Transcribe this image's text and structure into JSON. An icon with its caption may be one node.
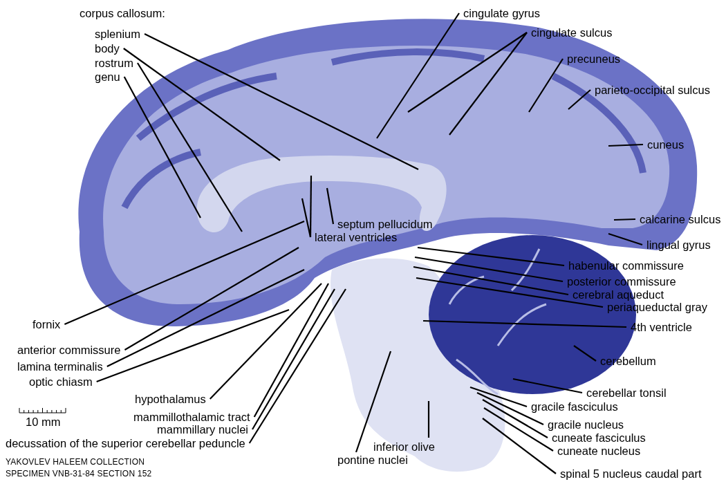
{
  "diagram": {
    "nodes": [
      {
        "text": [
          "splenium"
        ]
      },
      {
        "text": [
          "body"
        ]
      },
      {
        "text": [
          "rostrum"
        ]
      },
      {
        "text": [
          "genu"
        ]
      },
      {
        "text": [
          "cingulate gyrus"
        ]
      },
      {
        "text": [
          "cingulate sulcus"
        ]
      },
      {
        "text": [
          "precuneus"
        ]
      },
      {
        "text": [
          "parieto-occipital sulcus"
        ]
      },
      {
        "text": [
          "cuneus"
        ]
      },
      {
        "text": [
          "septum pellucidum"
        ]
      },
      {
        "text": [
          "lateral ventricles"
        ]
      },
      {
        "text": [
          "calcarine sulcus"
        ]
      },
      {
        "text": [
          "lingual gyrus"
        ]
      },
      {
        "text": [
          "habenular commissure"
        ]
      },
      {
        "text": [
          "posterior commissure"
        ]
      },
      {
        "text": [
          "cerebral aqueduct"
        ]
      },
      {
        "text": [
          "periaqueductal gray"
        ]
      },
      {
        "text": [
          "fornix"
        ]
      },
      {
        "text": [
          "4th ventricle"
        ]
      },
      {
        "text": [
          "anterior commissure"
        ]
      },
      {
        "text": [
          "cerebellum"
        ]
      },
      {
        "text": [
          "lamina terminalis"
        ]
      },
      {
        "text": [
          "optic chiasm"
        ]
      },
      {
        "text": [
          "cerebellar tonsil"
        ]
      },
      {
        "text": [
          "hypothalamus"
        ]
      },
      {
        "text": [
          "gracile fasciculus"
        ]
      },
      {
        "text": [
          "mammillothalamic tract"
        ]
      },
      {
        "text": [
          "gracile nucleus"
        ]
      },
      {
        "text": [
          "mammillary nuclei"
        ]
      },
      {
        "text": [
          "cuneate fasciculus"
        ]
      },
      {
        "text": [
          "decussation of the superior cerebellar peduncle"
        ]
      },
      {
        "text": [
          "cuneate nucleus"
        ]
      },
      {
        "text": [
          "inferior olive"
        ]
      },
      {
        "text": [
          "pontine nuclei"
        ]
      },
      {
        "text": [
          "spinal 5 nucleus caudal part"
        ]
      }
    ],
    "edges": [
      {
        "from": 0,
        "to": null,
        "arrow": "none"
      },
      {
        "from": 1,
        "to": null,
        "arrow": "none"
      },
      {
        "from": 2,
        "to": null,
        "arrow": "none"
      },
      {
        "from": 3,
        "to": null,
        "arrow": "none"
      },
      {
        "from": 4,
        "to": null,
        "arrow": "none"
      },
      {
        "from": 5,
        "to": null,
        "arrow": "none"
      },
      {
        "from": 5,
        "to": null,
        "arrow": "none"
      },
      {
        "from": 6,
        "to": null,
        "arrow": "none"
      },
      {
        "from": 7,
        "to": null,
        "arrow": "none"
      },
      {
        "from": 8,
        "to": null,
        "arrow": "none"
      },
      {
        "from": 9,
        "to": null,
        "arrow": "none"
      },
      {
        "from": 10,
        "to": null,
        "arrow": "none"
      },
      {
        "from": 10,
        "to": null,
        "arrow": "none"
      },
      {
        "from": 11,
        "to": null,
        "arrow": "none"
      },
      {
        "from": 12,
        "to": null,
        "arrow": "none"
      },
      {
        "from": 13,
        "to": null,
        "arrow": "none"
      },
      {
        "from": 14,
        "to": null,
        "arrow": "none"
      },
      {
        "from": 15,
        "to": null,
        "arrow": "none"
      },
      {
        "from": 16,
        "to": null,
        "arrow": "none"
      },
      {
        "from": 17,
        "to": null,
        "arrow": "none"
      },
      {
        "from": 18,
        "to": null,
        "arrow": "none"
      },
      {
        "from": 19,
        "to": null,
        "arrow": "none"
      },
      {
        "from": 20,
        "to": null,
        "arrow": "none"
      },
      {
        "from": 21,
        "to": null,
        "arrow": "none"
      },
      {
        "from": 22,
        "to": null,
        "arrow": "none"
      },
      {
        "from": 23,
        "to": null,
        "arrow": "none"
      },
      {
        "from": 24,
        "to": null,
        "arrow": "none"
      },
      {
        "from": 25,
        "to": null,
        "arrow": "none"
      },
      {
        "from": 26,
        "to": null,
        "arrow": "none"
      },
      {
        "from": 27,
        "to": null,
        "arrow": "none"
      },
      {
        "from": 28,
        "to": null,
        "arrow": "none"
      },
      {
        "from": 29,
        "to": null,
        "arrow": "none"
      },
      {
        "from": 30,
        "to": null,
        "arrow": "none"
      },
      {
        "from": 31,
        "to": null,
        "arrow": "none"
      },
      {
        "from": 32,
        "to": null,
        "arrow": "none"
      },
      {
        "from": 33,
        "to": null,
        "arrow": "none"
      },
      {
        "from": 34,
        "to": null,
        "arrow": "none"
      }
    ],
    "labels": [
      "corpus callosum:",
      "10 mm",
      "YAKOVLEV HALEEM COLLECTION",
      "SPECIMEN VNB-31-84 SECTION 152"
    ]
  }
}
